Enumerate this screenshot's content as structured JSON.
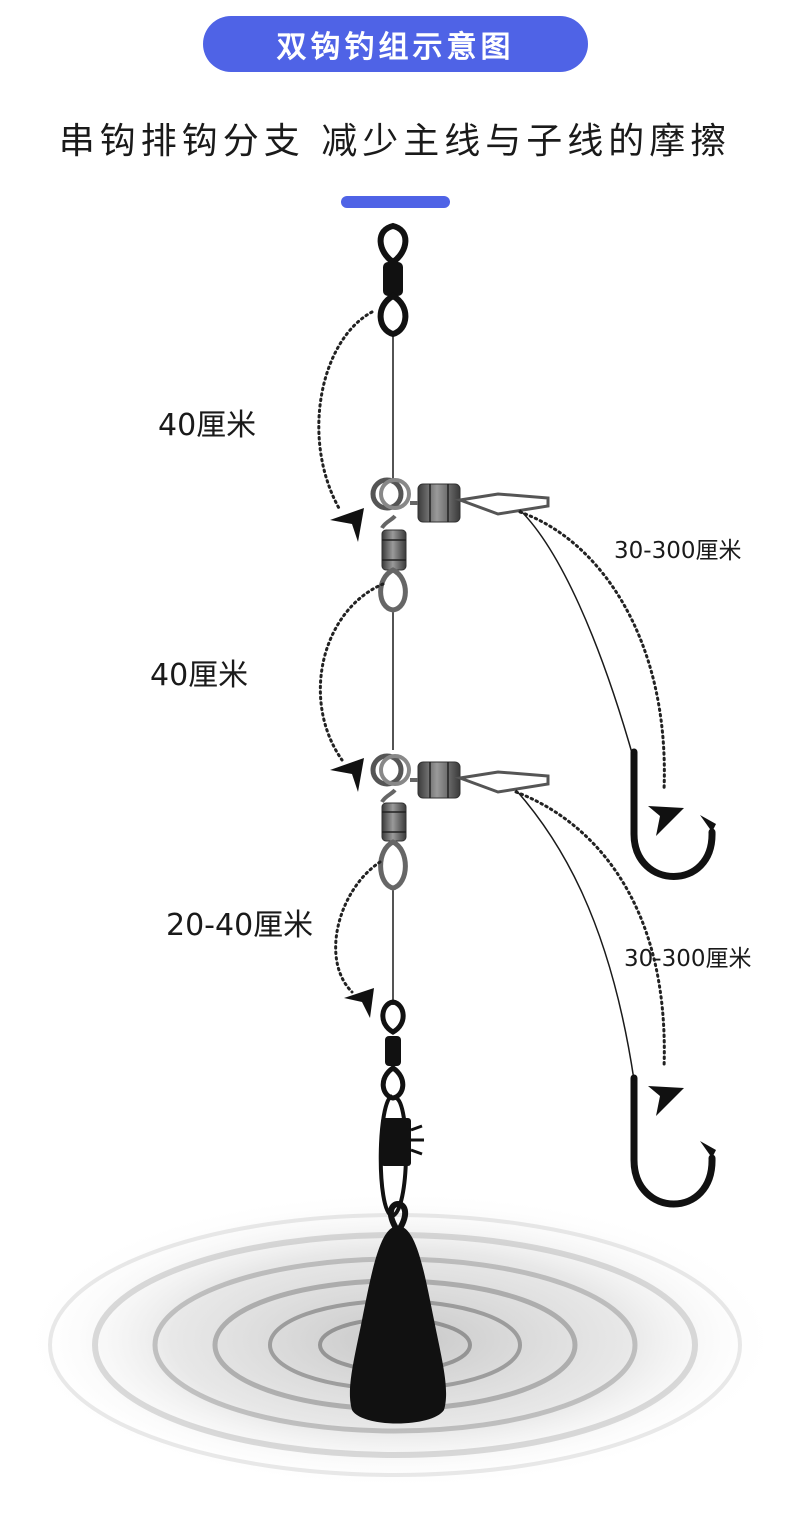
{
  "title": "双钩钓组示意图",
  "subtitle": "串钩排钩分支 减少主线与子线的摩擦",
  "colors": {
    "accent": "#4f63e6",
    "ink": "#111111",
    "metal": "#6a6a6a"
  },
  "labels": {
    "segment_1": "40厘米",
    "segment_2": "40厘米",
    "segment_3": "20-40厘米",
    "branch_1": "30-300厘米",
    "branch_2": "30-300厘米"
  }
}
